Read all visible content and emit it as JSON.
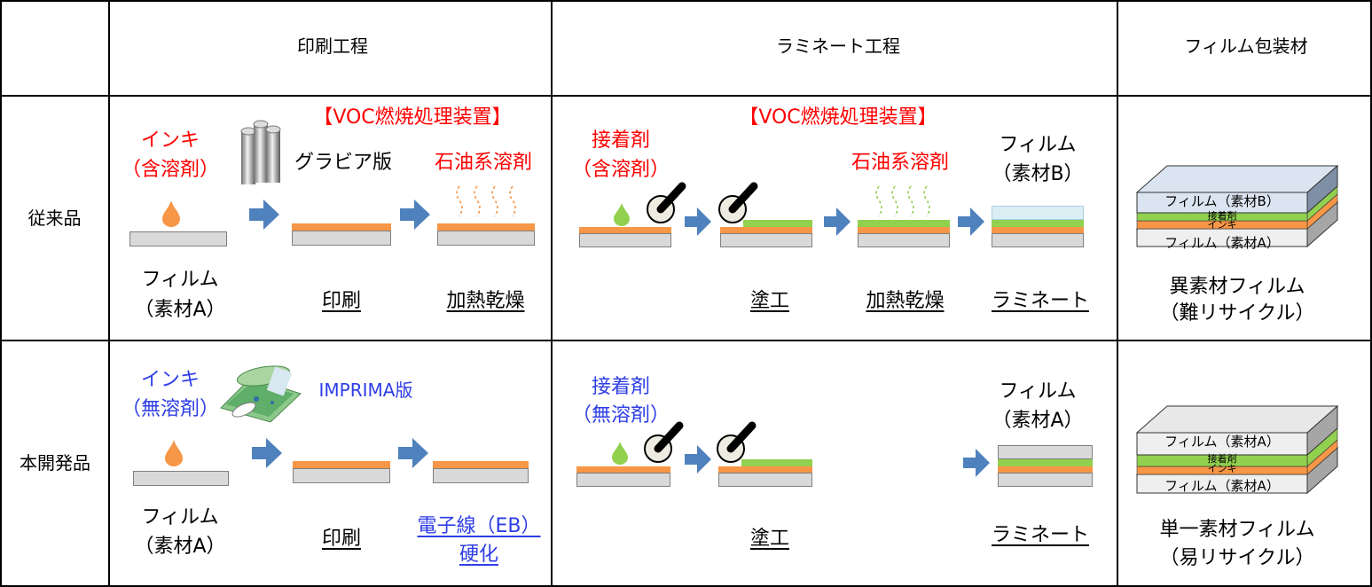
{
  "header": {
    "print": "印刷工程",
    "laminate": "ラミネート工程",
    "package": "フィルム包装材"
  },
  "rows": {
    "conventional": "従来品",
    "developed": "本開発品"
  },
  "conventional": {
    "voc_print": "【VOC燃焼処理装置】",
    "voc_lam": "【VOC燃焼処理装置】",
    "ink_line1": "インキ",
    "ink_line2": "（含溶剤）",
    "gravure": "グラビア版",
    "solvent1": "石油系溶剤",
    "film_a_line1": "フィルム",
    "film_a_line2": "（素材A）",
    "step_print": "印刷",
    "step_dry1": "加熱乾燥",
    "adh_line1": "接着剤",
    "adh_line2": "（含溶剤）",
    "solvent2": "石油系溶剤",
    "film_b_line1": "フィルム",
    "film_b_line2": "（素材B）",
    "step_coat": "塗工",
    "step_dry2": "加熱乾燥",
    "step_lam": "ラミネート",
    "pkg_top": "フィルム（素材B）",
    "pkg_adh": "接着剤",
    "pkg_ink": "インキ",
    "pkg_bottom": "フィルム（素材A）",
    "pkg_line1": "異素材フィルム",
    "pkg_line2": "（難リサイクル）"
  },
  "developed": {
    "ink_line1": "インキ",
    "ink_line2": "（無溶剤）",
    "plate": "IMPRIMA版",
    "film_a_line1": "フィルム",
    "film_a_line2": "（素材A）",
    "step_print": "印刷",
    "step_eb1": "電子線（EB）",
    "step_eb2": "硬化",
    "adh_line1": "接着剤",
    "adh_line2": "（無溶剤）",
    "film_line1": "フィルム",
    "film_line2": "（素材A）",
    "step_coat": "塗工",
    "step_lam": "ラミネート",
    "pkg_top": "フィルム（素材A）",
    "pkg_adh": "接着剤",
    "pkg_ink": "インキ",
    "pkg_bottom": "フィルム（素材A）",
    "pkg_line1": "単一素材フィルム",
    "pkg_line2": "（易リサイクル）"
  },
  "colors": {
    "red": "#ff0000",
    "blue": "#2e3ee6",
    "ink": "#f79646",
    "adhesive": "#92d050",
    "film": "#d9d9d9",
    "arrow": "#4f81bd"
  }
}
